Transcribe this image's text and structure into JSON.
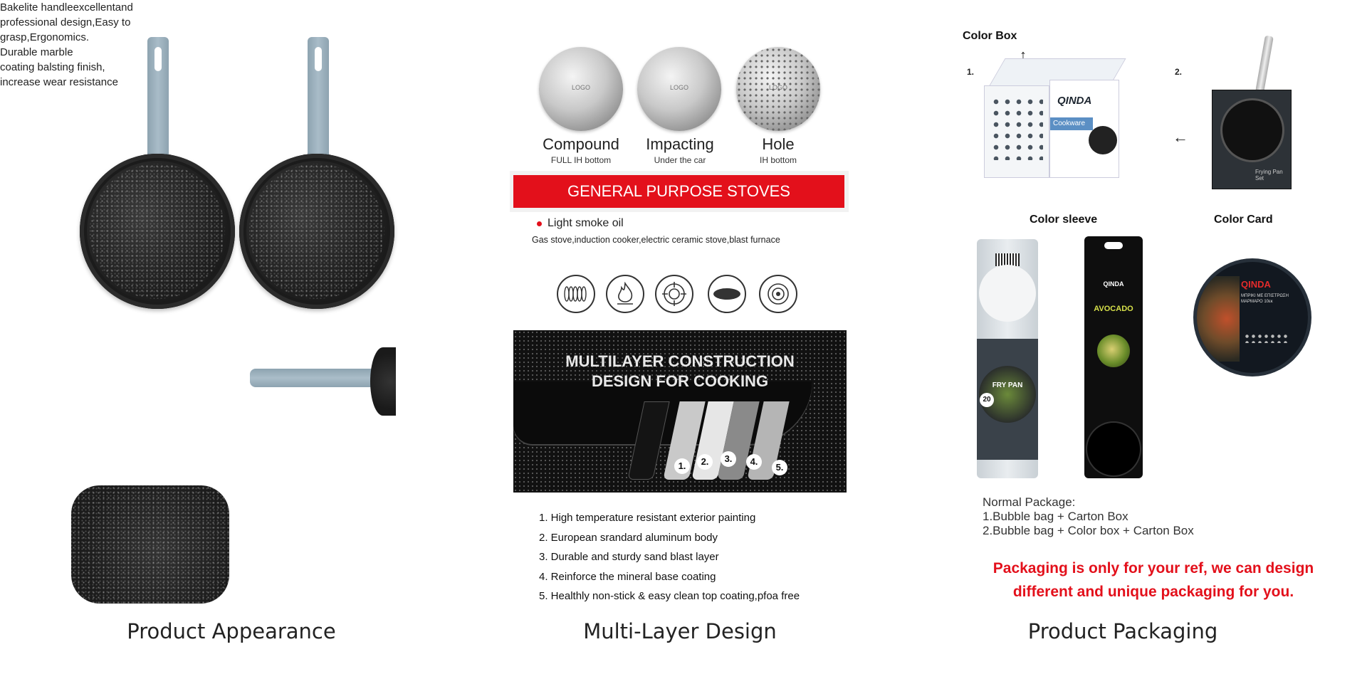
{
  "columns": {
    "appearance": {
      "title": "Product Appearance",
      "handle_note": "Bakelite handleexcellentand\nprofessional design,Easy to\ngrasp,Ergonomics.",
      "coating_note": "Durable marble\ncoating balsting finish,\nincrease wear resistance"
    },
    "multilayer": {
      "title": "Multi-Layer Design",
      "bottoms": [
        {
          "name": "Compound",
          "sub": "FULL IH bottom",
          "logo": "LOGO"
        },
        {
          "name": "Impacting",
          "sub": "Under the car",
          "logo": "LOGO"
        },
        {
          "name": "Hole",
          "sub": "IH bottom",
          "logo": "LOGO"
        }
      ],
      "banner": "GENERAL PURPOSE STOVES",
      "bullet": "Light smoke oil",
      "stoves": "Gas stove,induction cooker,electric ceramic stove,blast furnace",
      "stove_icons": [
        "induction-coil-icon",
        "gas-flame-icon",
        "gas-burner-icon",
        "ceramic-plate-icon",
        "electric-hob-icon"
      ],
      "construction_title": "MULTILAYER CONSTRUCTION\nDESIGN FOR COOKING",
      "layer_numbers": [
        "1.",
        "2.",
        "3.",
        "4.",
        "5."
      ],
      "layers": [
        "1. High temperature resistant exterior painting",
        "2. European srandard aluminum body",
        "3. Durable and sturdy sand blast layer",
        "4. Reinforce the mineral base coating",
        "5. Healthly non-stick & easy clean top coating,pfoa free"
      ]
    },
    "packaging": {
      "title": "Product Packaging",
      "color_box_label": "Color Box",
      "color_sleeve_label": "Color sleeve",
      "color_card_label": "Color Card",
      "marker_1": "1.",
      "marker_2": "2.",
      "brand": "QINDA",
      "box_side": "Cookware",
      "sleeve_fry": "FRY PAN",
      "sleeve_size": "20",
      "sleeve_avocado": "AVOCADO",
      "card_greek": "ΜΠΡΙΚΙ ΜΕ ΕΠΙΣΤΡΩΣΗ\nΜΑΡΜΑΡΟ 10εκ",
      "side_pack": "Frying Pan\nSet",
      "normal_package_title": "Normal Package:",
      "normal_package_1": "1.Bubble bag + Carton Box",
      "normal_package_2": "2.Bubble bag + Color box + Carton Box",
      "red_note": "Packaging is only for your ref, we can design\ndifferent and unique packaging for you."
    }
  },
  "colors": {
    "accent_red": "#e3101b",
    "handle_blue_gray": "#9fb3bf",
    "pan_black": "#1c1c1c"
  }
}
